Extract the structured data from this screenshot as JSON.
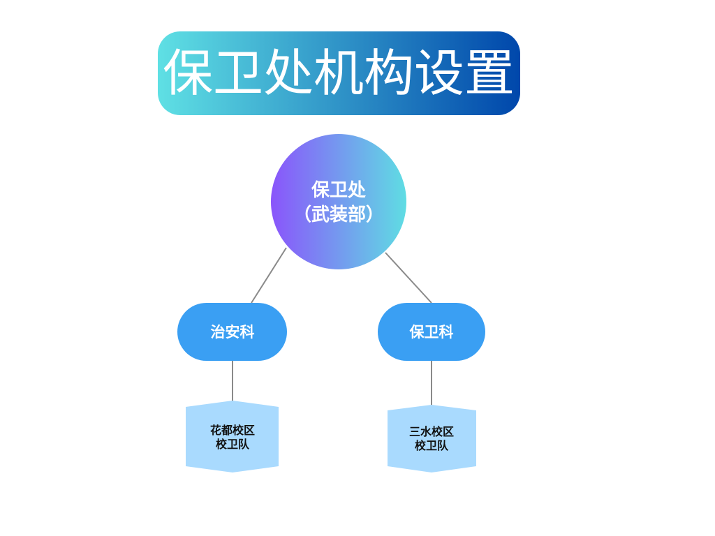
{
  "title": "保卫处机构设置",
  "root": {
    "line1": "保卫处",
    "line2": "（武装部）"
  },
  "departments": [
    {
      "label": "治安科",
      "team": {
        "line1": "花都校区",
        "line2": "校卫队"
      }
    },
    {
      "label": "保卫科",
      "team": {
        "line1": "三水校区",
        "line2": "校卫队"
      }
    }
  ],
  "colors": {
    "title_gradient": [
      "#5fe0e4",
      "#0047ab"
    ],
    "root_gradient": [
      "#8a55fb",
      "#5fdde3"
    ],
    "department": "#3a9ff3",
    "team": "#a9dafe",
    "connector": "#8a8a8a"
  }
}
